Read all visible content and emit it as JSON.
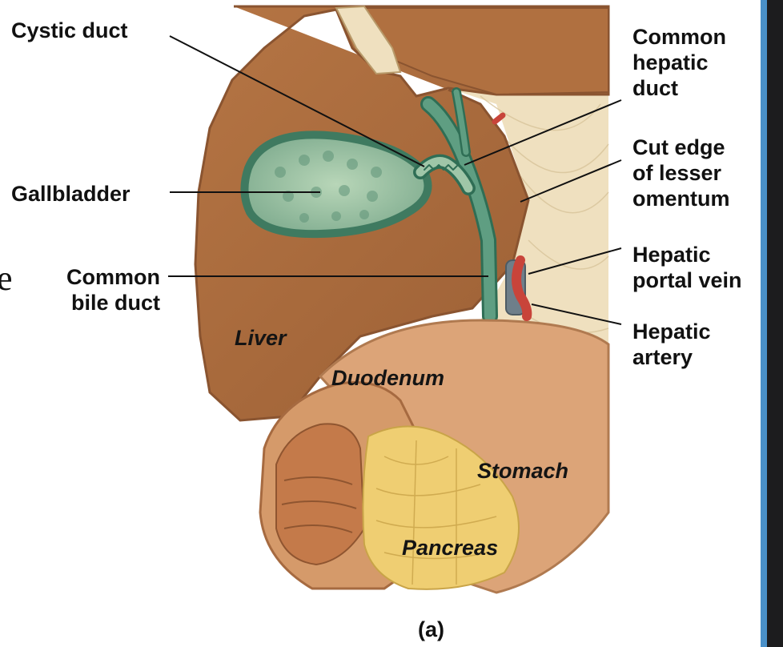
{
  "labels": {
    "cystic_duct": "Cystic duct",
    "gallbladder": "Gallbladder",
    "common_bile_duct": "Common\nbile duct",
    "common_hepatic_duct": "Common\nhepatic\nduct",
    "cut_edge": "Cut edge\nof lesser\nomentum",
    "hepatic_portal_vein": "Hepatic\nportal vein",
    "hepatic_artery": "Hepatic\nartery",
    "liver": "Liver",
    "duodenum": "Duodenum",
    "stomach": "Stomach",
    "pancreas": "Pancreas",
    "panel": "(a)",
    "fragment": "e"
  },
  "colors": {
    "liver": "#a5683a",
    "liver_dark": "#8a5430",
    "gallbladder_wall": "#4f8a72",
    "gallbladder_fill": "#9fc6a8",
    "duct": "#3f8a6d",
    "omentum": "#efe0bf",
    "duodenum": "#d59a6a",
    "stomach": "#dca478",
    "pancreas": "#efce72",
    "artery": "#c8443a",
    "vein": "#6e7f8a",
    "accent_bar": "#4a90c8"
  }
}
